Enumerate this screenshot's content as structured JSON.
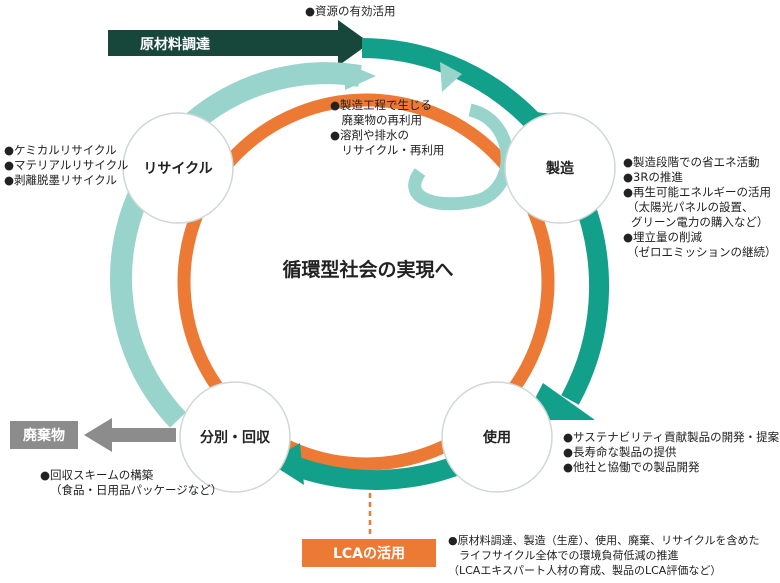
{
  "colors": {
    "orange": "#ec7a35",
    "teal": "#13a08b",
    "light_teal": "#98d3cc",
    "dark_green": "#17473b",
    "gray": "#8c8c8c",
    "circle_border": "#cfd8d6"
  },
  "center_title": "循環型社会の実現へ",
  "nodes": {
    "recycle": "リサイクル",
    "manufacture": "製造",
    "use": "使用",
    "separate": "分別・回収"
  },
  "boxes": {
    "raw_materials": "原材料調達",
    "waste": "廃棄物",
    "lca": "LCAの活用"
  },
  "notes": {
    "resource_use": "●資源の有効活用",
    "process_waste": [
      "●製造工程で生じる",
      "　廃棄物の再利用",
      "●溶剤や排水の",
      "　リサイクル・再利用"
    ],
    "recycle_types": [
      "●ケミカルリサイクル",
      "●マテリアルリサイクル",
      "●剥離脱墨リサイクル"
    ],
    "manufacture_items": [
      "●製造段階での省エネ活動",
      "●3Rの推進",
      "●再生可能エネルギーの活用",
      "（太陽光パネルの設置、",
      "グリーン電力の購入など）",
      "●埋立量の削減",
      "（ゼロエミッションの継続）"
    ],
    "use_items": [
      "●サステナビリティ貢献製品の開発・提案",
      "●長寿命な製品の提供",
      "●他社と協働での製品開発"
    ],
    "collection_items": [
      "●回収スキームの構築",
      "（食品・日用品パッケージなど）"
    ],
    "lca_items": [
      "●原材料調達、製造（生産）、使用、廃棄、リサイクルを含めた",
      "　ライフサイクル全体での環境負荷低減の推進",
      "（LCAエキスパート人材の育成、製品のLCA評価など）"
    ]
  }
}
